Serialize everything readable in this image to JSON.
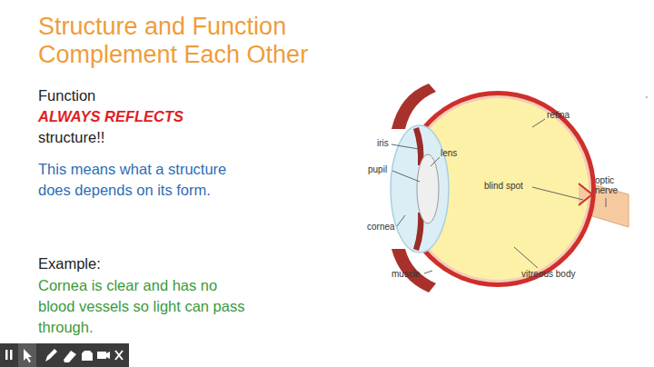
{
  "diagram": {
    "title": "Structure and Function Complement Each Other",
    "labels": [
      "Function",
      "ALWAYS REFLECTS",
      "structure!!",
      "This means what a structure does depends on its form.",
      "Example:",
      "Cornea is clear and has no blood vessels so light can pass through.",
      "retina",
      "iris",
      "lens",
      "pupil",
      "blind spot",
      "optic nerve",
      "cornea",
      "muscle",
      "vitreous body"
    ]
  }
}
